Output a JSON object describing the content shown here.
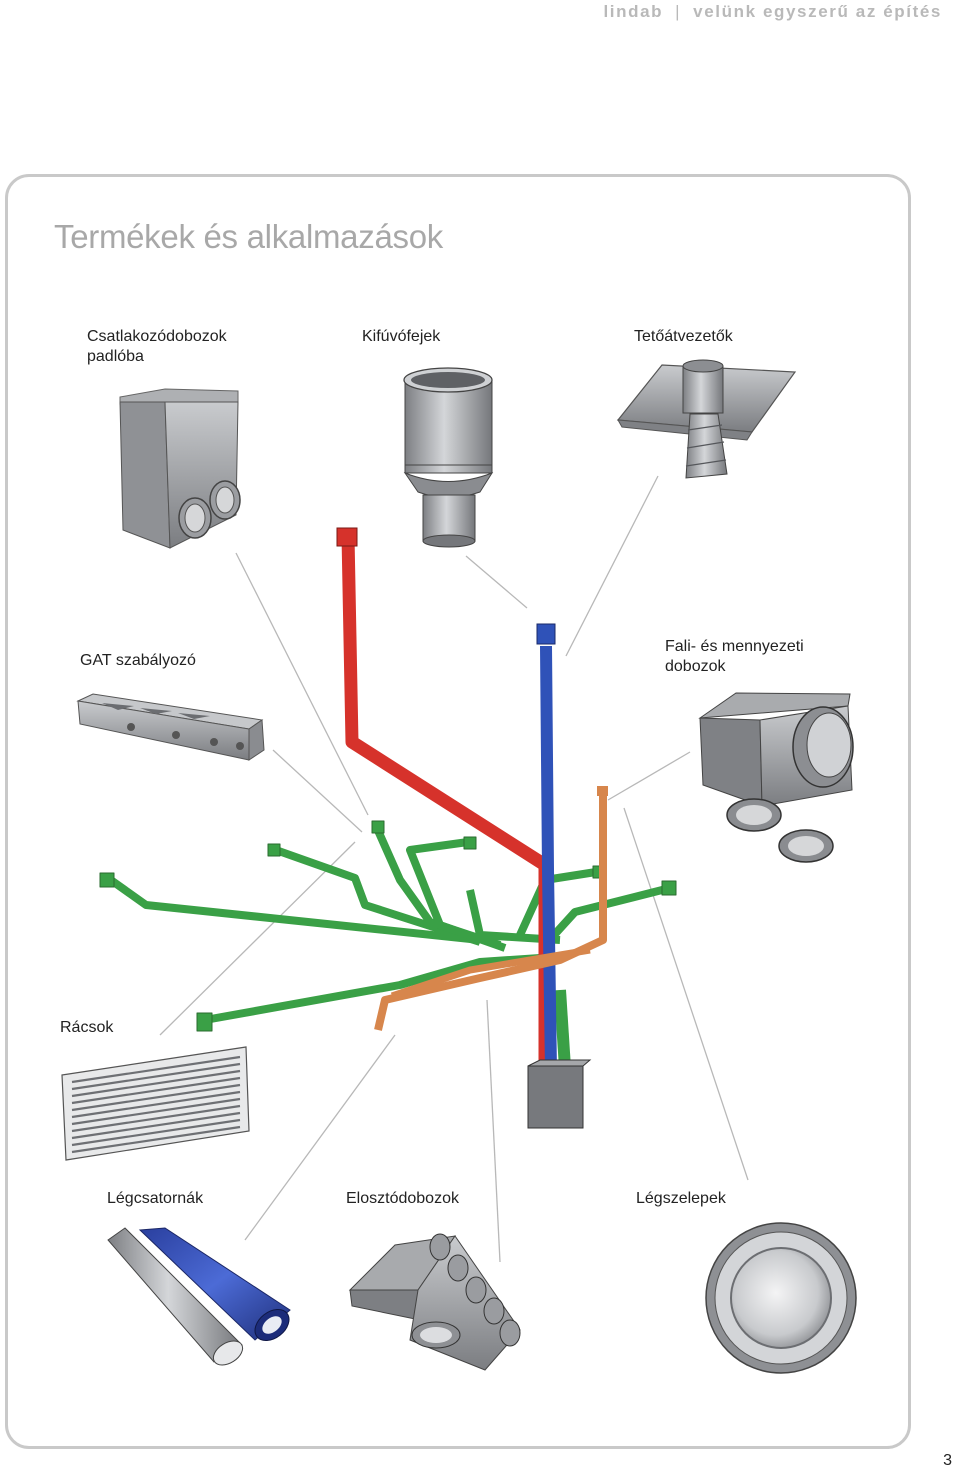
{
  "header": {
    "brand": "lindab",
    "separator": "|",
    "tagline": "velünk egyszerű az építés"
  },
  "title": "Termékek és alkalmazások",
  "labels": {
    "floor_boxes": [
      "Csatlakozódobozok",
      "padlóba"
    ],
    "outlets": "Kifúvófejek",
    "roof": "Tetőátvezetők",
    "gat": "GAT szabályozó",
    "wall_boxes": [
      "Fali- és mennyezeti",
      "dobozok"
    ],
    "grilles": "Rácsok",
    "ducts": "Légcsatornák",
    "plenum": "Elosztódobozok",
    "valves": "Légszelepek"
  },
  "colors": {
    "supply": "#d6322b",
    "extract": "#2f52b8",
    "distribution": "#3aa046",
    "transfer": "#d7864c",
    "frame": "#c9c9c9",
    "title": "#a8a8a8"
  },
  "page_number": "3"
}
